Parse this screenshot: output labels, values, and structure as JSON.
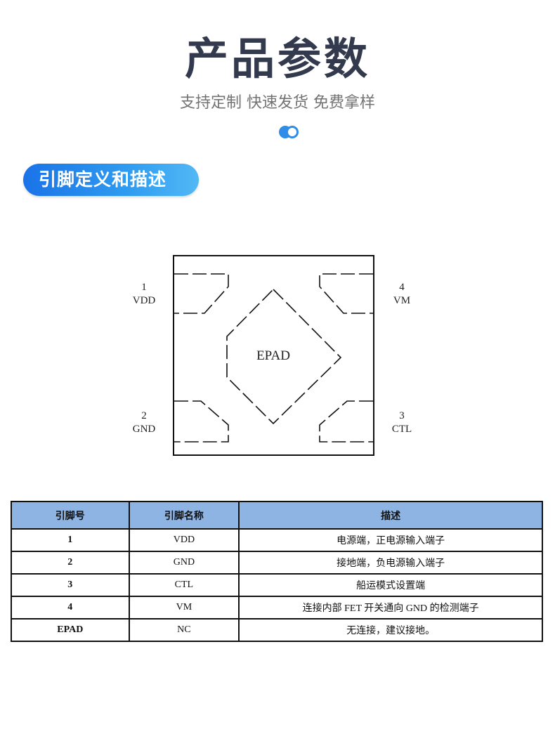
{
  "header": {
    "title": "产品参数",
    "subtitle": "支持定制 快速发货 免费拿样"
  },
  "section": {
    "title": "引脚定义和描述"
  },
  "diagram": {
    "center_label": "EPAD",
    "pins": [
      {
        "number": "1",
        "name": "VDD"
      },
      {
        "number": "4",
        "name": "VM"
      },
      {
        "number": "2",
        "name": "GND"
      },
      {
        "number": "3",
        "name": "CTL"
      }
    ]
  },
  "table": {
    "headers": [
      "引脚号",
      "引脚名称",
      "描述"
    ],
    "rows": [
      {
        "pin": "1",
        "name": "VDD",
        "desc": "电源端，正电源输入端子"
      },
      {
        "pin": "2",
        "name": "GND",
        "desc": "接地端，负电源输入端子"
      },
      {
        "pin": "3",
        "name": "CTL",
        "desc": "船运模式设置端"
      },
      {
        "pin": "4",
        "name": "VM",
        "desc": "连接内部 FET 开关通向 GND 的检测端子"
      },
      {
        "pin": "EPAD",
        "name": "NC",
        "desc": "无连接，建议接地。"
      }
    ]
  },
  "colors": {
    "title": "#333a4d",
    "accent": "#2f8ce8",
    "table_header": "#8eb4e3"
  }
}
